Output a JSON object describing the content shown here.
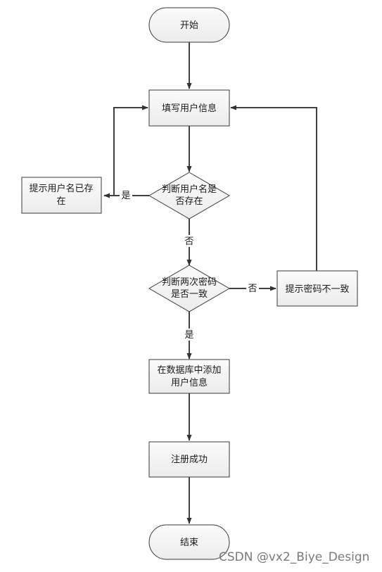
{
  "flowchart": {
    "start": {
      "label": "开始"
    },
    "fill_user_info": {
      "label": "填写用户信息"
    },
    "check_username": {
      "line1": "判断用户名是",
      "line2": "否存在"
    },
    "username_exists": {
      "line1": "提示用户名已存",
      "line2": "在"
    },
    "check_passwords": {
      "line1": "判断两次密码",
      "line2": "是否一致"
    },
    "password_mismatch": {
      "label": "提示密码不一致"
    },
    "add_to_database": {
      "line1": "在数据库中添加",
      "line2": "用户信息"
    },
    "register_success": {
      "label": "注册成功"
    },
    "end": {
      "label": "结束"
    },
    "edges": {
      "username_yes": "是",
      "username_no": "否",
      "password_no": "否",
      "password_yes": "是"
    }
  },
  "watermark": "CSDN @vx2_Biye_Design"
}
